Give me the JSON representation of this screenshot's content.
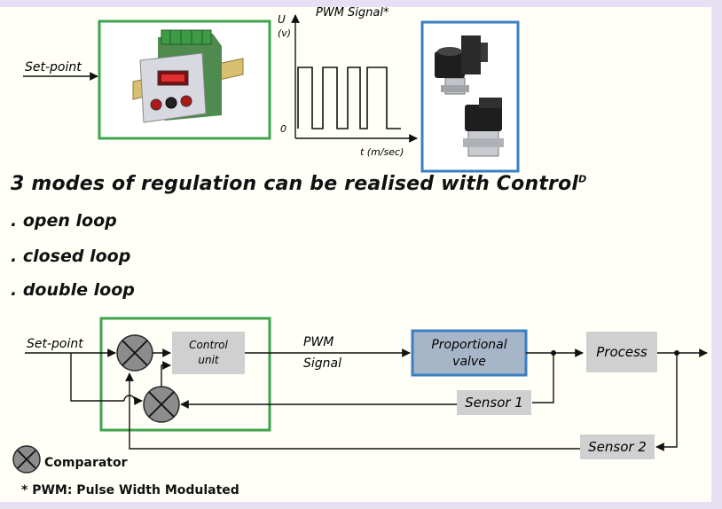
{
  "top": {
    "setpoint_label": "Set-point",
    "pwm_title": "PWM Signal*",
    "y_axis_label_u": "U",
    "y_axis_label_v": "(v)",
    "zero_label": "0",
    "x_axis_label": "t (m/sec)"
  },
  "heading": {
    "text": "3 modes of regulation can be realised with Control",
    "superscript": "D"
  },
  "modes": [
    ". open loop",
    ". closed loop",
    ". double loop"
  ],
  "diagram": {
    "setpoint_label": "Set-point",
    "control_unit_line1": "Control",
    "control_unit_line2": "unit",
    "pwm_line1": "PWM",
    "pwm_line2": "Signal",
    "valve_line1": "Proportional",
    "valve_line2": "valve",
    "process": "Process",
    "sensor1": "Sensor 1",
    "sensor2": "Sensor 2"
  },
  "legend": {
    "comparator": "Comparator",
    "footnote": "* PWM: Pulse Width Modulated"
  },
  "colors": {
    "green_frame": "#3fa34d",
    "blue_frame": "#3a7fc1",
    "valve_fill": "#a6b6c8",
    "grey_box": "#d0d0d0",
    "page_frame": "#e7e0f2"
  }
}
